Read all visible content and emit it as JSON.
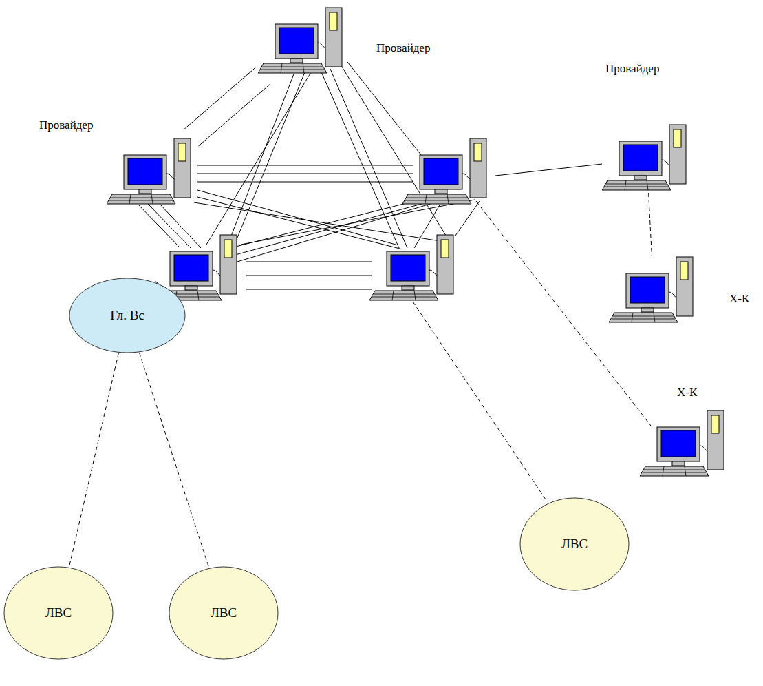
{
  "diagram": {
    "nodes": [
      {
        "text": [
          "Провайдер"
        ]
      },
      {
        "text": [
          "Провайдер"
        ]
      },
      {
        "text": [
          "Провайдер"
        ]
      },
      {
        "text": [
          "Х-К"
        ]
      },
      {
        "text": [
          "Х-К"
        ]
      },
      {
        "text": [
          "Гл. Вс"
        ]
      },
      {
        "text": [
          "ЛВС"
        ]
      },
      {
        "text": [
          "ЛВС"
        ]
      },
      {
        "text": [
          "ЛВС"
        ]
      }
    ],
    "edges": [
      {
        "from": 0,
        "to": 1,
        "arrow": "none"
      },
      {
        "from": 0,
        "to": 1,
        "arrow": "none"
      },
      {
        "from": 2,
        "to": 3,
        "arrow": "none"
      },
      {
        "from": 5,
        "to": 6,
        "arrow": "none"
      },
      {
        "from": 5,
        "to": 7,
        "arrow": "none"
      }
    ]
  }
}
